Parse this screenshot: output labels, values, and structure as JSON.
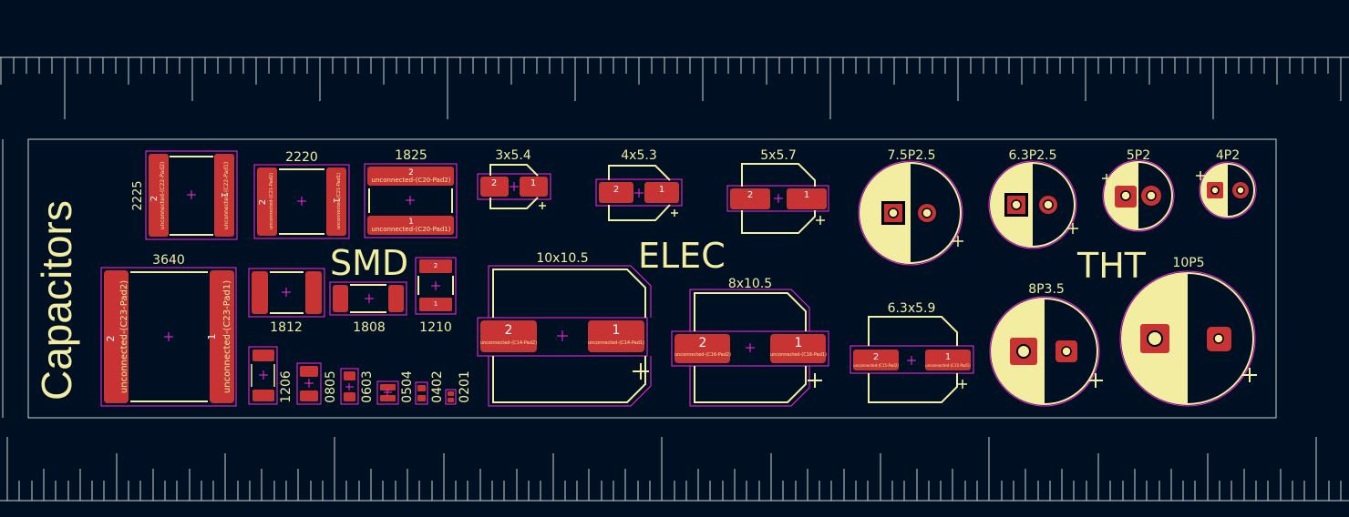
{
  "board": {
    "title": "Capacitors",
    "sections": {
      "smd": "SMD",
      "elec": "ELEC",
      "tht": "THT"
    }
  },
  "smd_large": [
    {
      "size": "2225",
      "ref": "C22"
    },
    {
      "size": "2220",
      "ref": "C21"
    },
    {
      "size": "1825",
      "ref": "C20"
    },
    {
      "size": "3640",
      "ref": "C23"
    }
  ],
  "smd_medium": [
    "1812",
    "1808",
    "1210"
  ],
  "smd_small": [
    "1206",
    "0805",
    "0603",
    "0504",
    "0402",
    "0201"
  ],
  "elec": [
    "3x5.4",
    "4x5.3",
    "5x5.7",
    "10x10.5",
    "8x10.5",
    "6.3x5.9"
  ],
  "tht": [
    "7.5P2.5",
    "6.3P2.5",
    "5P2",
    "4P2",
    "8P3.5",
    "10P5"
  ],
  "pad_numbers": [
    "1",
    "2"
  ],
  "net_label_template": "unconnected-({ref}-Pad{n})",
  "colors": {
    "background": "#001023",
    "silkscreen": "#f2eda1",
    "pad": "#c83434",
    "courtyard": "#ff26e2",
    "fab": "#c2c200",
    "edge": "#d0d2cd"
  }
}
